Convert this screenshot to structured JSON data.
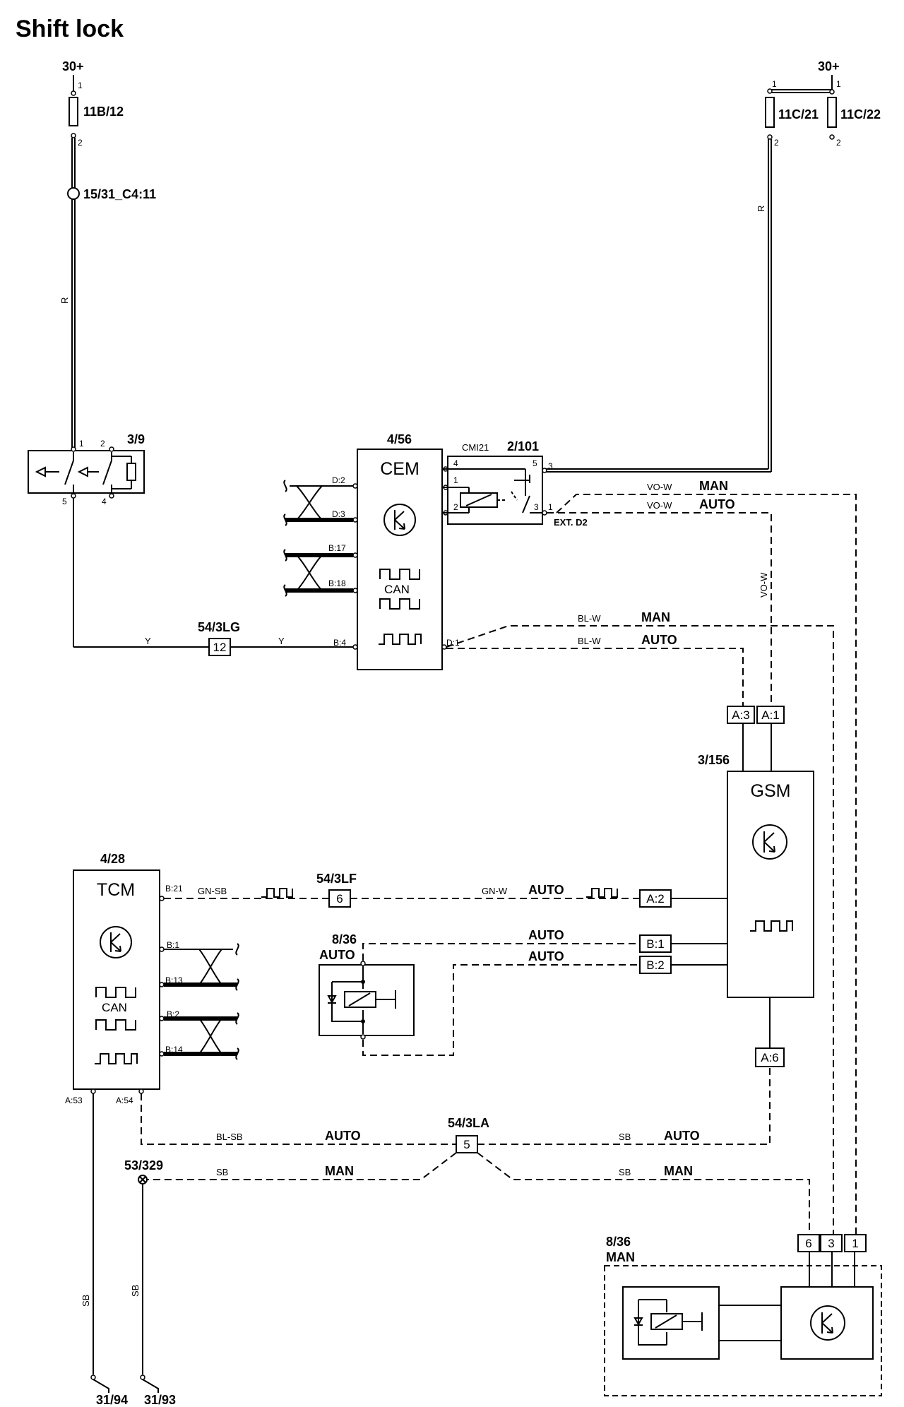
{
  "title": "Shift lock",
  "supply_labels": [
    "30+",
    "30+"
  ],
  "fuses": {
    "fuse_a": "11B/12",
    "fuse_b": "11C/21",
    "fuse_c": "11C/22"
  },
  "splice_15": "15/31_C4:11",
  "components": {
    "switch": "3/9",
    "cem_id": "4/56",
    "cem_name": "CEM",
    "relay_id": "2/101",
    "relay_cmi": "CMI21",
    "relay_ext": "EXT. D2",
    "gsm_id": "3/156",
    "gsm_name": "GSM",
    "tcm_id": "4/28",
    "tcm_name": "TCM",
    "sol_auto_id": "8/36",
    "sol_auto_variant": "AUTO",
    "sol_man_id": "8/36",
    "sol_man_variant": "MAN",
    "ground_a": "31/94",
    "ground_b": "31/93",
    "ground_point": "53/329"
  },
  "connectors": {
    "lg_id": "54/3LG",
    "lg_pin": "12",
    "lf_id": "54/3LF",
    "lf_pin": "6",
    "la_id": "54/3LA",
    "la_pin": "5",
    "gsm_a3": "A:3",
    "gsm_a1": "A:1",
    "gsm_a2": "A:2",
    "gsm_b1": "B:1",
    "gsm_b2": "B:2",
    "gsm_a6": "A:6",
    "man_6": "6",
    "man_3": "3",
    "man_1": "1"
  },
  "pins": {
    "cem": [
      "D:2",
      "D:3",
      "B:17",
      "B:18",
      "B:4",
      "D:1"
    ],
    "tcm": [
      "B:21",
      "B:1",
      "B:13",
      "B:2",
      "B:14",
      "A:53",
      "A:54"
    ],
    "num": [
      "1",
      "2",
      "1",
      "2",
      "1",
      "2",
      "1",
      "2",
      "5",
      "4",
      "4",
      "1",
      "2",
      "5",
      "3",
      "1",
      "3"
    ]
  },
  "can_label": "CAN",
  "wire_colors": {
    "r": "R",
    "y": "Y",
    "vo_w": "VO-W",
    "bl_w": "BL-W",
    "gn_sb": "GN-SB",
    "gn_w": "GN-W",
    "bl_sb": "BL-SB",
    "sb": "SB"
  },
  "variants": {
    "man": "MAN",
    "auto": "AUTO"
  }
}
